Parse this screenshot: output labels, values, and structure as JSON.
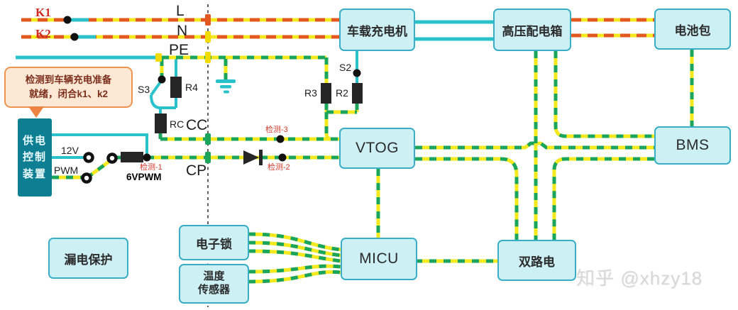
{
  "colors": {
    "teal": "#29c2ca",
    "green": "#1aa55a",
    "yellow": "#f4e81e",
    "orange": "#e2581e",
    "box_fill": "#cdf0f5",
    "box_border": "#3aaec6",
    "supply_fill": "#0e7f92",
    "callout_fill": "#fce8d5",
    "callout_border": "#ee9450",
    "red": "#cf2b20",
    "det_red": "#d0392b",
    "ink": "#2b2b2b",
    "watermark": "#d8d8d8"
  },
  "boxes": {
    "charger": "车载充电机",
    "hv_dist": "高压配电箱",
    "battery": "电池包",
    "vtog": "VTOG",
    "bms": "BMS",
    "micu": "MICU",
    "dual_supply": "双路电",
    "elock": "电子锁",
    "temp_sensor": "温度\n传感器",
    "leakage": "漏电保护",
    "supply_ctrl": "供电控制装置"
  },
  "callout": {
    "text": "检测到车辆充电准备\n就绪，闭合k1、k2"
  },
  "wire_labels": {
    "k1": "K1",
    "k2": "K2",
    "l": "L",
    "n": "N",
    "pe": "PE",
    "cc": "CC",
    "cp": "CP"
  },
  "component_labels": {
    "s3": "S3",
    "r4": "R4",
    "rc": "RC",
    "s2": "S2",
    "r3": "R3",
    "r2": "R2",
    "v12": "12V",
    "pwm": "PWM",
    "pwm6": "6VPWM",
    "det1": "检测-1",
    "det2": "检测-2",
    "det3": "检测-3"
  },
  "watermark": "知乎 @xhzy18"
}
